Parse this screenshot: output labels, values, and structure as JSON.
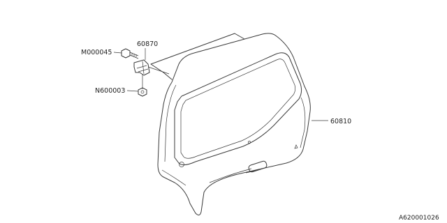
{
  "parts": [
    {
      "id": "bolt",
      "number": "M000045"
    },
    {
      "id": "hinge",
      "number": "60870"
    },
    {
      "id": "nut",
      "number": "N600003"
    },
    {
      "id": "back-door",
      "number": "60810"
    }
  ],
  "diagram_code": "A620001026",
  "colors": {
    "line": "#3a3a3a",
    "text": "#222222",
    "background": "#ffffff"
  }
}
